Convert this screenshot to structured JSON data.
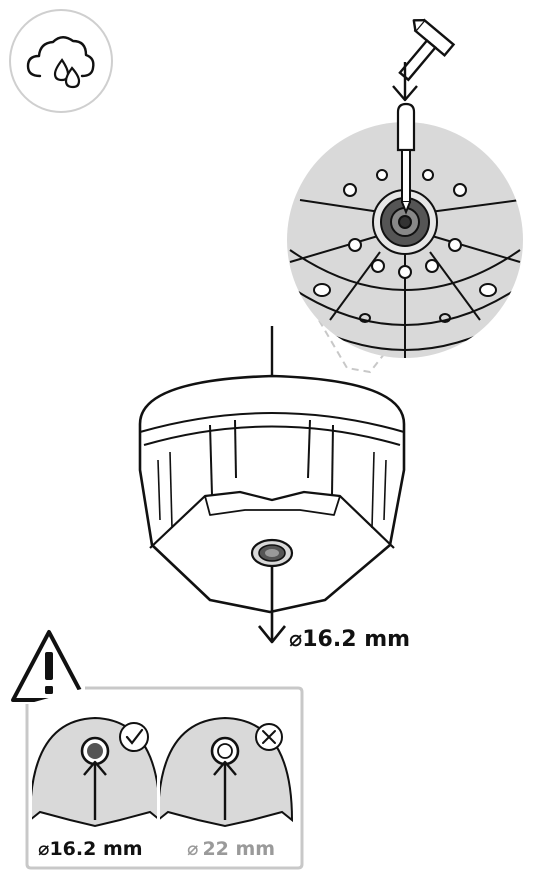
{
  "labels": {
    "main_diameter": "16.2 mm",
    "ok_diameter": "16.2 mm",
    "wrong_diameter": "22 mm"
  },
  "symbols": {
    "diameter": "⌀"
  },
  "icons": {
    "top_left": "cloud-rain-icon",
    "hammer": "hammer-icon",
    "warning": "warning-triangle-icon",
    "check": "check-circle-icon",
    "cross": "cross-circle-icon"
  },
  "colors": {
    "line": "#111111",
    "gray_fill": "#d9d9d9",
    "dark_gray": "#555555",
    "light_border": "#c8c8c8",
    "wrong_text": "#9a9a9a"
  }
}
